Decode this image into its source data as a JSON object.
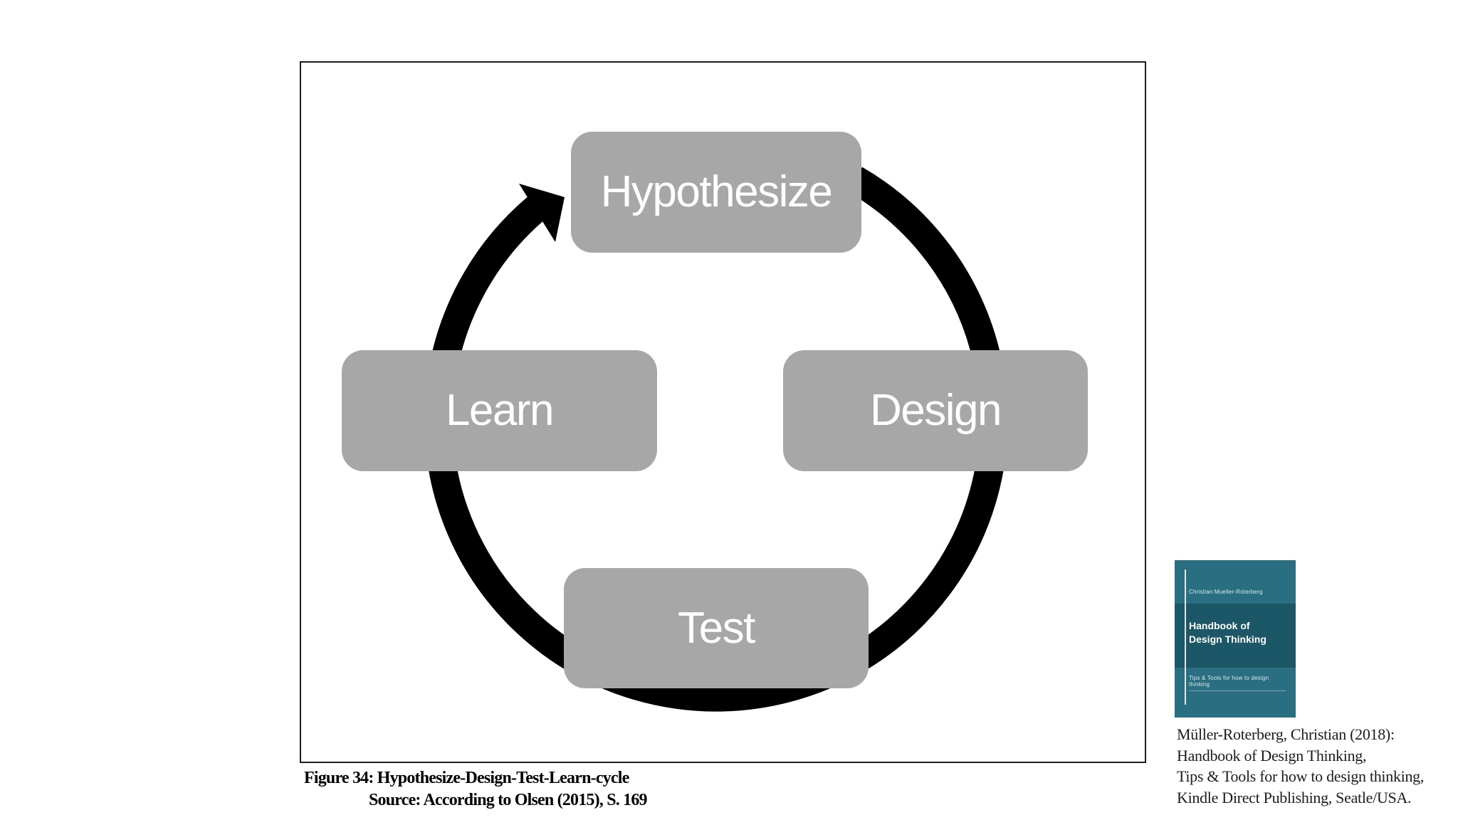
{
  "figure": {
    "caption_line1": "Figure 34: Hypothesize-Design-Test-Learn-cycle",
    "caption_line2": "Source: According to Olsen (2015), S. 169"
  },
  "diagram": {
    "type": "cycle",
    "direction": "clockwise",
    "nodes": [
      {
        "id": "hypothesize",
        "label": "Hypothesize",
        "position": "top"
      },
      {
        "id": "design",
        "label": "Design",
        "position": "right"
      },
      {
        "id": "test",
        "label": "Test",
        "position": "bottom"
      },
      {
        "id": "learn",
        "label": "Learn",
        "position": "left"
      }
    ],
    "colors": {
      "node_fill": "#a7a7a7",
      "node_text": "#ffffff",
      "arrow": "#000000",
      "frame_border": "#1b1b1b"
    }
  },
  "citation": {
    "lines": [
      "Müller-Roterberg, Christian (2018):",
      "Handbook of Design Thinking,",
      "Tips & Tools for how to design thinking,",
      "Kindle Direct Publishing, Seatle/USA."
    ]
  },
  "book_cover": {
    "author": "Christian Mueller-Roterberg",
    "title_line1": "Handbook of",
    "title_line2": "Design Thinking",
    "subtitle": "Tips & Tools for how to design thinking",
    "colors": {
      "band": "#2a6f81",
      "title_band": "#1b5766",
      "text": "#ffffff"
    }
  }
}
